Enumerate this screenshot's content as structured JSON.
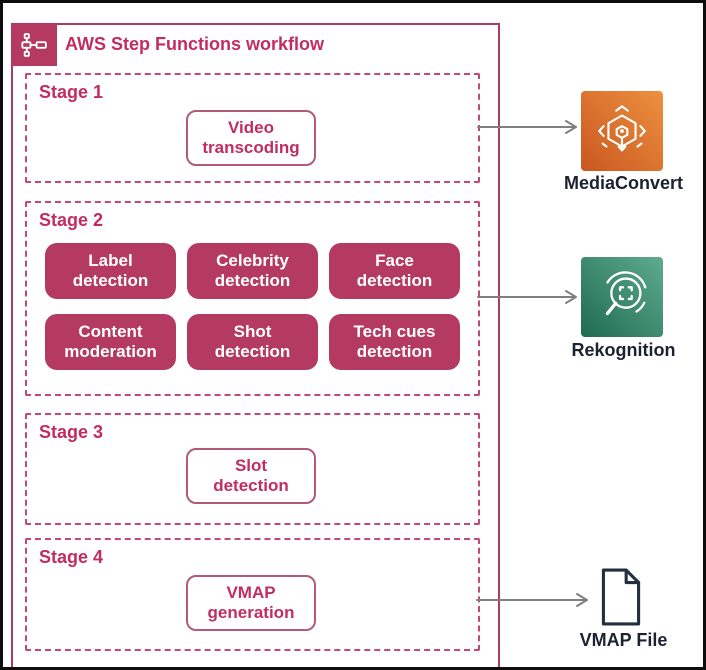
{
  "workflow": {
    "title": "AWS Step Functions workflow",
    "stages": [
      {
        "label": "Stage 1",
        "tasks": [
          {
            "line1": "Video",
            "line2": "transcoding",
            "style": "outlined"
          }
        ]
      },
      {
        "label": "Stage 2",
        "tasks": [
          {
            "line1": "Label",
            "line2": "detection",
            "style": "filled"
          },
          {
            "line1": "Celebrity",
            "line2": "detection",
            "style": "filled"
          },
          {
            "line1": "Face",
            "line2": "detection",
            "style": "filled"
          },
          {
            "line1": "Content",
            "line2": "moderation",
            "style": "filled"
          },
          {
            "line1": "Shot",
            "line2": "detection",
            "style": "filled"
          },
          {
            "line1": "Tech cues",
            "line2": "detection",
            "style": "filled"
          }
        ]
      },
      {
        "label": "Stage 3",
        "tasks": [
          {
            "line1": "Slot",
            "line2": "detection",
            "style": "outlined"
          }
        ]
      },
      {
        "label": "Stage 4",
        "tasks": [
          {
            "line1": "VMAP",
            "line2": "generation",
            "style": "outlined"
          }
        ]
      }
    ]
  },
  "targets": [
    {
      "name": "MediaConvert",
      "icon": "mediaconvert-icon"
    },
    {
      "name": "Rekognition",
      "icon": "rekognition-icon"
    },
    {
      "name": "VMAP File",
      "icon": "document-icon"
    }
  ],
  "connections": [
    {
      "from": "Stage 1",
      "to": "MediaConvert"
    },
    {
      "from": "Stage 2",
      "to": "Rekognition"
    },
    {
      "from": "Stage 4",
      "to": "VMAP File"
    }
  ],
  "colors": {
    "accent_pink_fill": "#b43a62",
    "pink_text": "#c22d5f",
    "dashed_border": "#c4496f",
    "container_border": "#a83c62",
    "arrow_gray": "#7f7f7f",
    "dark_label": "#1b2330",
    "mediaconvert_gradient": [
      "#c9571f",
      "#ed9140"
    ],
    "rekognition_gradient": [
      "#1e6b53",
      "#5fab8d"
    ]
  }
}
